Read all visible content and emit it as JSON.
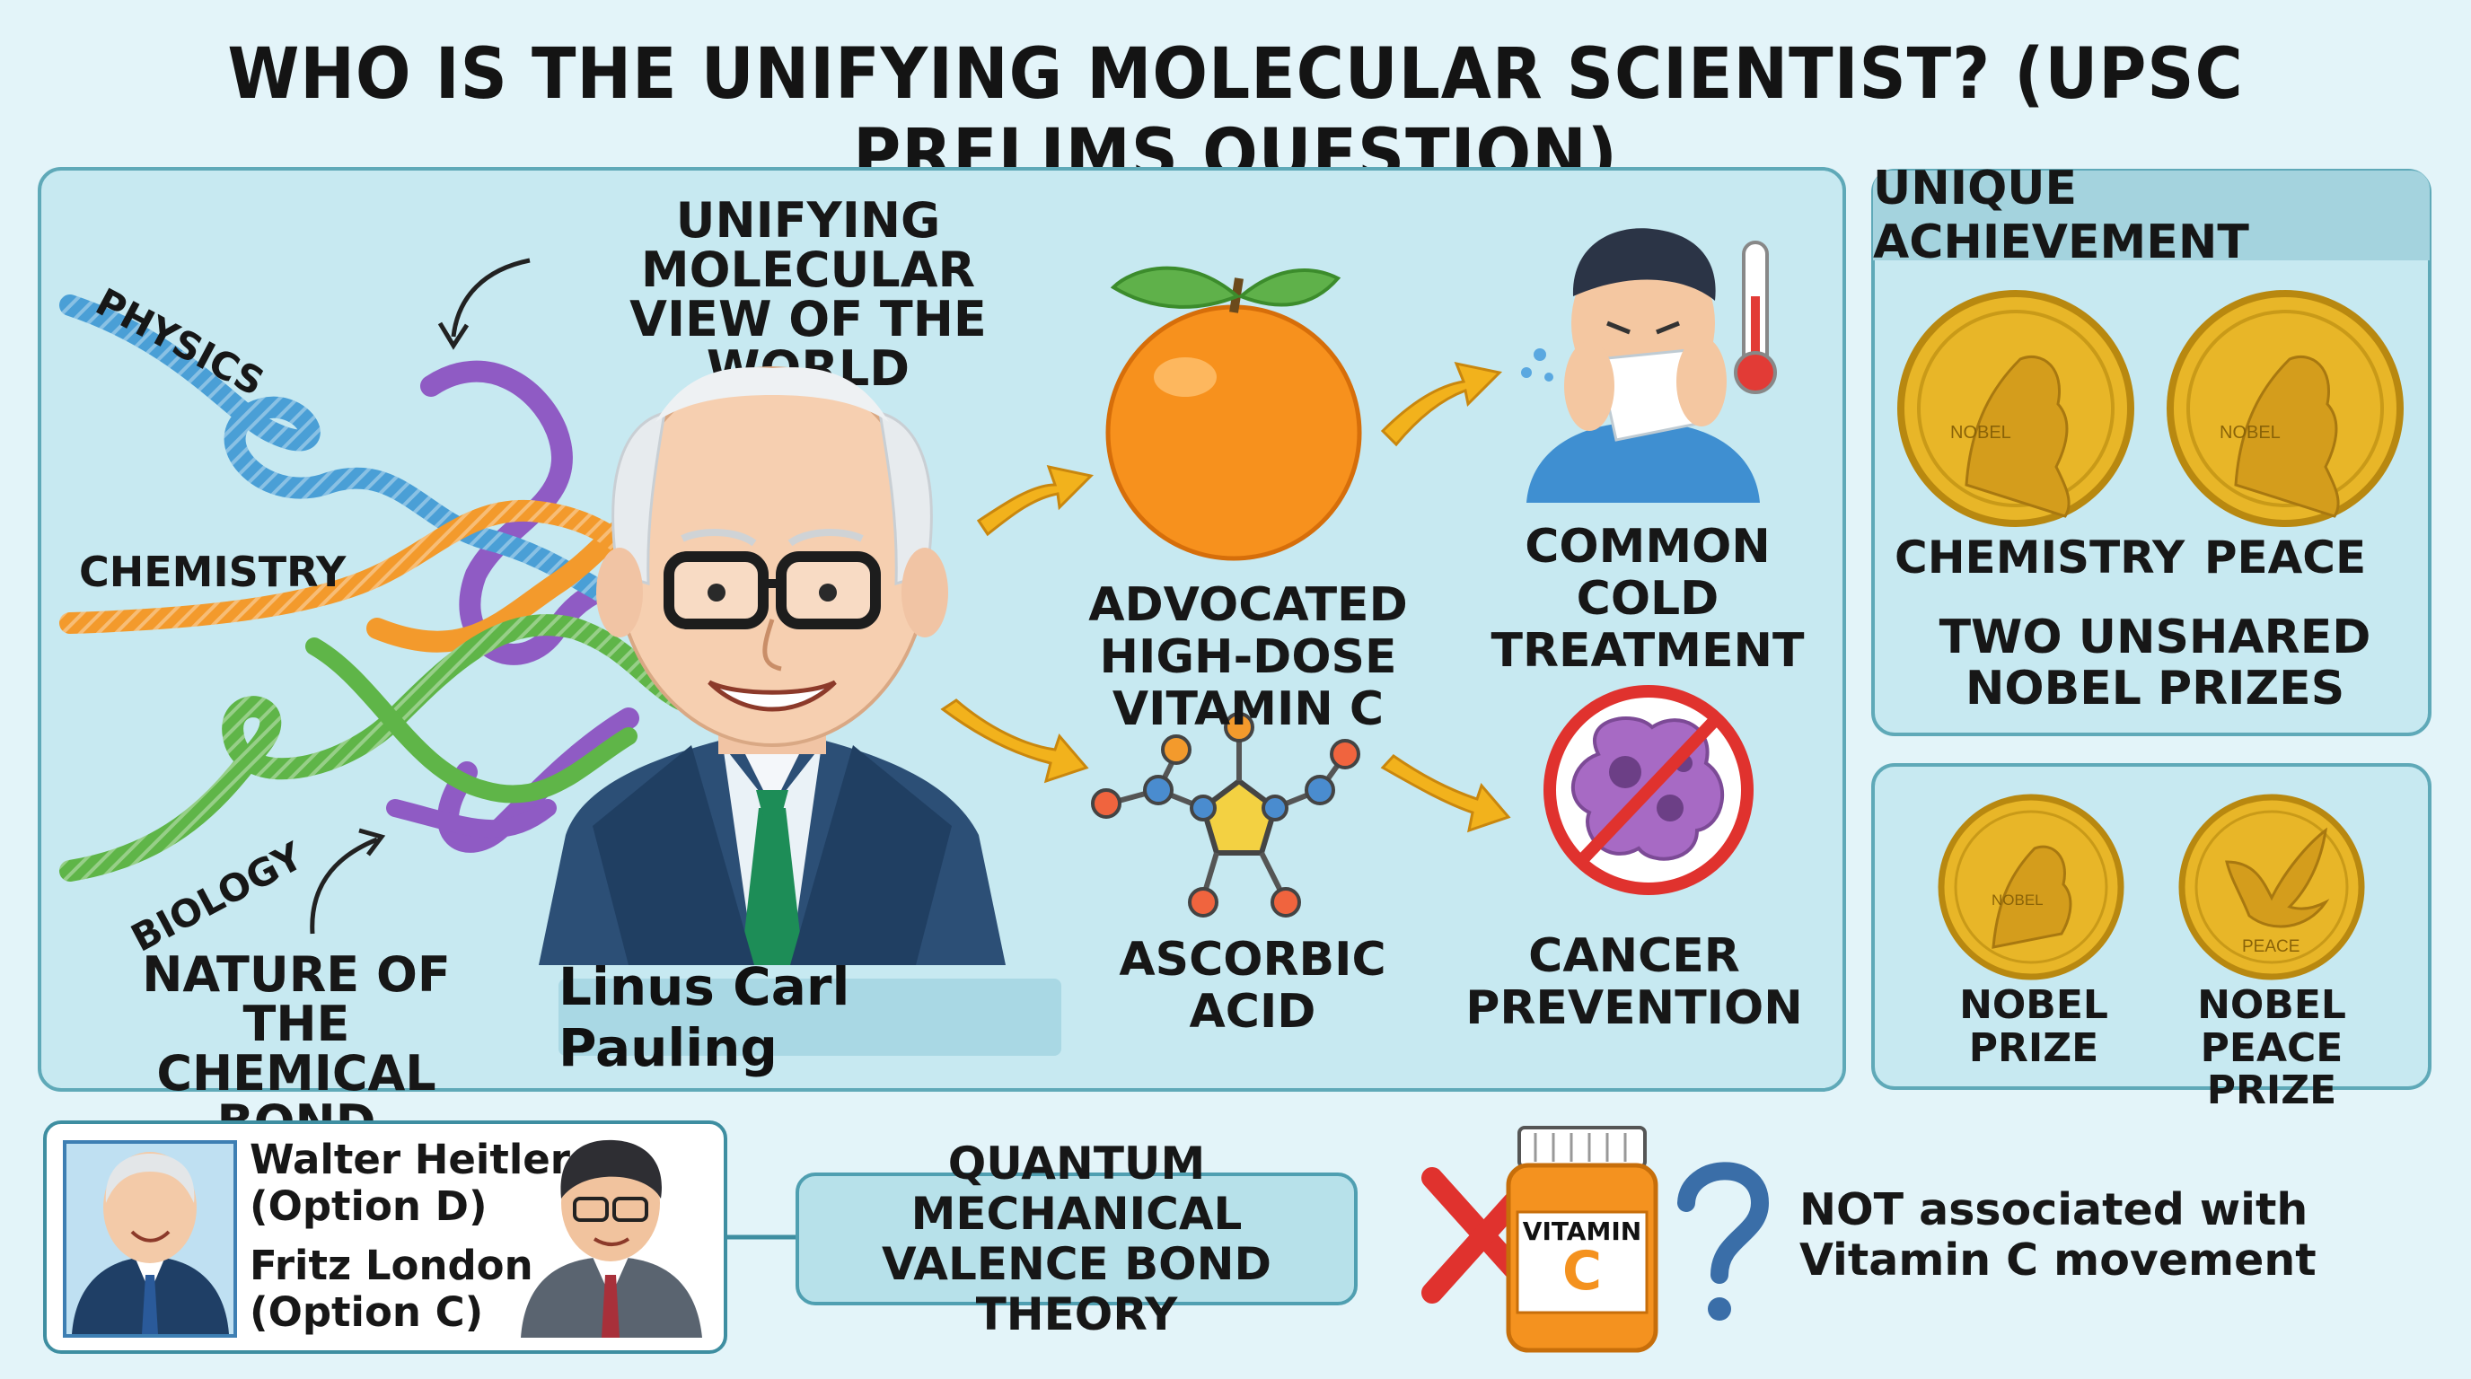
{
  "title": "WHO IS THE UNIFYING MOLECULAR SCIENTIST? (UPSC PRELIMS QUESTION)",
  "main": {
    "unifying_label": [
      "UNIFYING MOLECULAR",
      "VIEW OF THE WORLD"
    ],
    "strands": {
      "physics": "PHYSICS",
      "chemistry": "CHEMISTRY",
      "biology": "BIOLOGY"
    },
    "bond_label": [
      "NATURE OF THE",
      "CHEMICAL BOND"
    ],
    "name": "Linus Carl Pauling",
    "vitamin_label": [
      "ADVOCATED",
      "HIGH-DOSE",
      "VITAMIN C"
    ],
    "cold_label": [
      "COMMON COLD",
      "TREATMENT"
    ],
    "ascorbic_label": [
      "ASCORBIC",
      "ACID"
    ],
    "cancer_label": [
      "CANCER",
      "PREVENTION"
    ]
  },
  "achievement": {
    "heading": "UNIQUE ACHIEVEMENT",
    "medal_engraving": "NOBEL",
    "medals": [
      "CHEMISTRY",
      "PEACE"
    ],
    "caption": [
      "TWO UNSHARED",
      "NOBEL PRIZES"
    ]
  },
  "prizes": {
    "nobel_engraving": "NOBEL",
    "peace_engraving": "PEACE",
    "left": [
      "NOBEL",
      "PRIZE"
    ],
    "right": [
      "NOBEL PEACE",
      "PRIZE"
    ]
  },
  "bottom": {
    "person1": [
      "Walter Heitler",
      "(Option D)"
    ],
    "person2": [
      "Fritz London",
      "(Option C)"
    ],
    "theory": [
      "QUANTUM MECHANICAL",
      "VALENCE BOND THEORY"
    ],
    "bottle_label": [
      "VITAMIN",
      "C"
    ],
    "not_assoc": [
      "NOT associated with",
      "Vitamin C movement"
    ]
  },
  "colors": {
    "physics": "#4a9fd6",
    "chemistry": "#f39a2c",
    "biology": "#5fb548",
    "purple": "#8f5bc4",
    "gold": "#e8b628",
    "arrow": "#f2b21c",
    "cross": "#e0322e"
  }
}
